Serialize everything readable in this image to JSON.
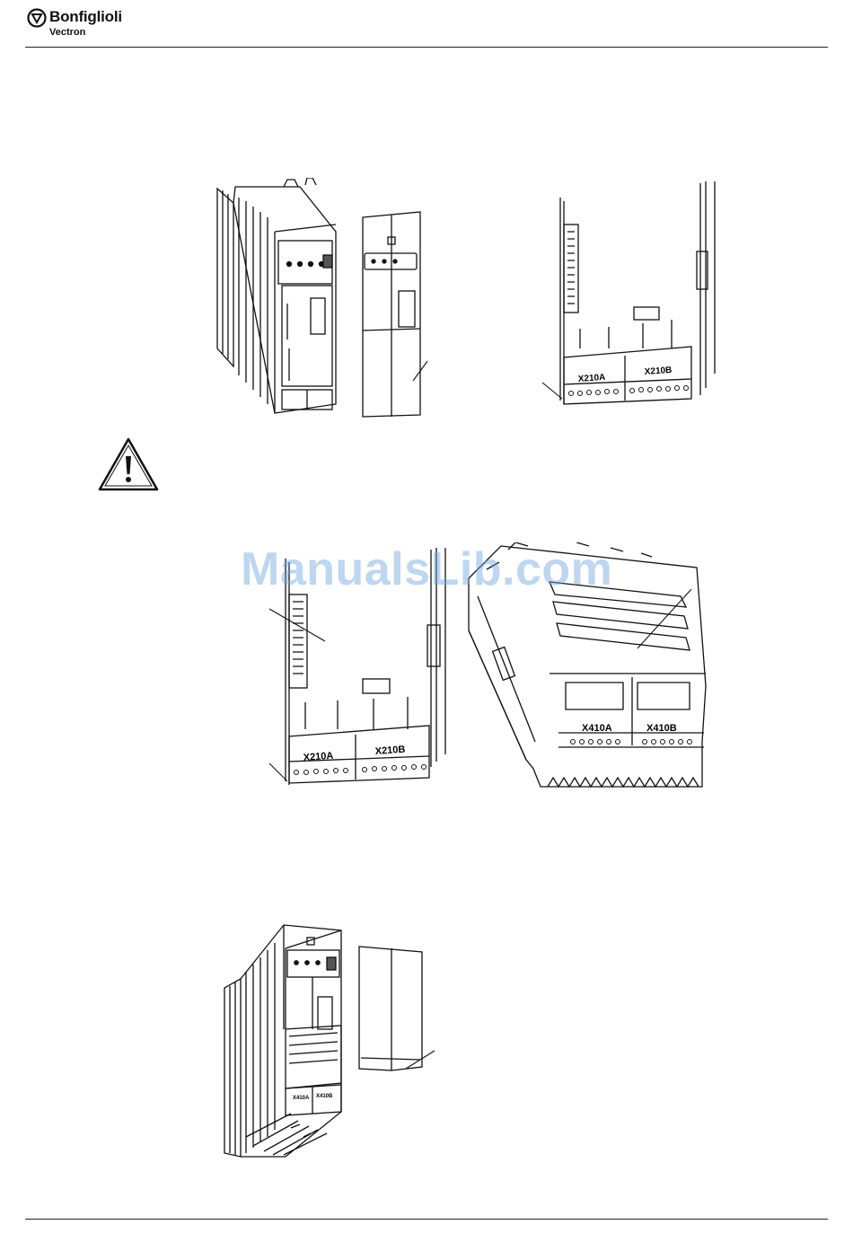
{
  "header": {
    "brand": "Bonfiglioli",
    "sub": "Vectron"
  },
  "figures": {
    "fig2_terminals": {
      "left_label": "X210A",
      "right_label": "X210B"
    },
    "fig3_left_terminals": {
      "left_label": "X210A",
      "right_label": "X210B"
    },
    "fig3_right_module": {
      "left_label": "X410A",
      "right_label": "X410B"
    },
    "fig4_assembled": {
      "left_label": "X410A",
      "right_label": "X410B"
    }
  },
  "watermark": "ManualsLib.com"
}
